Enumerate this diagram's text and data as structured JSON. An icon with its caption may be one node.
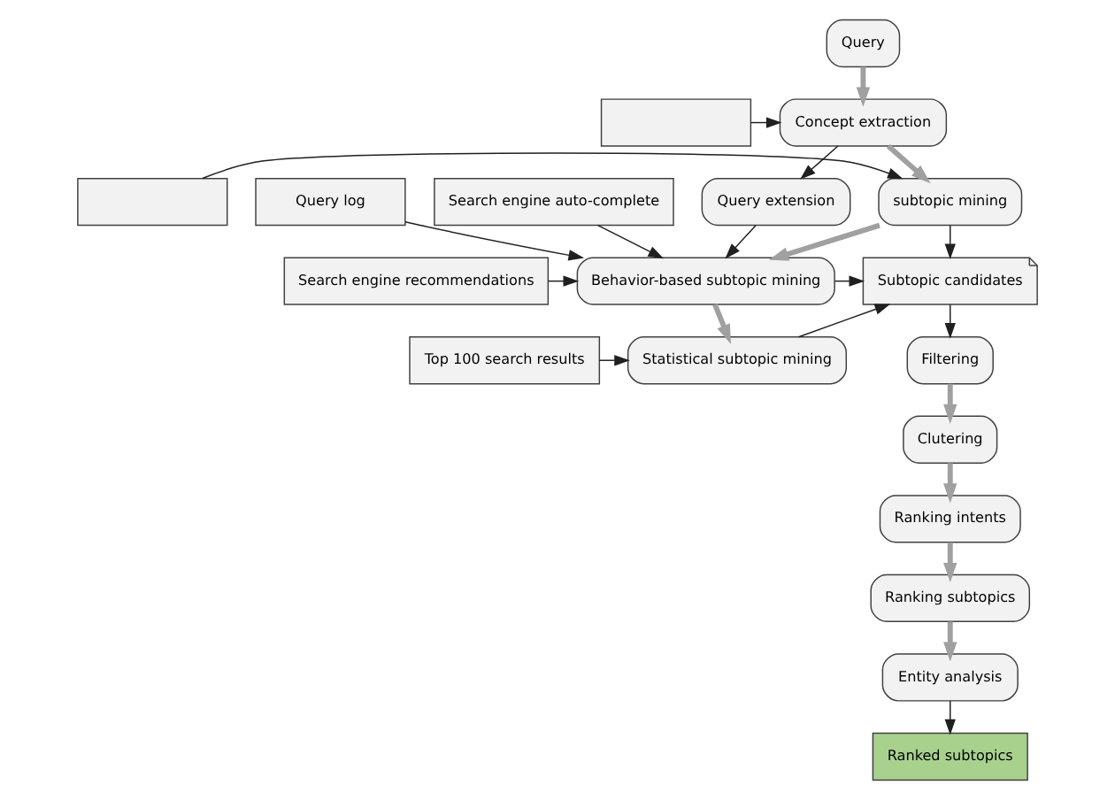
{
  "diagram": {
    "nodes": [
      {
        "text": [
          "Query"
        ]
      },
      {
        "text": [],
        "shape": "box"
      },
      {
        "text": [
          "Concept extraction"
        ]
      },
      {
        "text": [],
        "shape": "box"
      },
      {
        "text": [
          "subtopic mining"
        ]
      },
      {
        "text": [
          "Query extension"
        ]
      },
      {
        "text": [
          "Query log"
        ]
      },
      {
        "text": [
          "Search engine recommendations"
        ]
      },
      {
        "text": [
          "Behavior-based subtopic mining"
        ]
      },
      {
        "text": [
          "Search engine auto-complete"
        ]
      },
      {
        "text": [
          "Subtopic candidates"
        ]
      },
      {
        "text": [
          "Top 100 search results"
        ]
      },
      {
        "text": [
          "Statistical subtopic mining"
        ]
      },
      {
        "text": [
          "Filtering"
        ]
      },
      {
        "text": [
          "Clutering"
        ]
      },
      {
        "text": [
          "Ranking intents"
        ]
      },
      {
        "text": [
          "Ranking subtopics"
        ]
      },
      {
        "text": [
          "Entity analysis"
        ]
      },
      {
        "text": [
          "Ranked subtopics"
        ]
      }
    ],
    "edges": [
      {
        "from": 0,
        "to": 2,
        "arrow": "to",
        "style": "thick",
        "color": "#a0a0a0"
      },
      {
        "from": 1,
        "to": 2,
        "arrow": "to"
      },
      {
        "from": 2,
        "to": 5,
        "arrow": "to"
      },
      {
        "from": 2,
        "to": 4,
        "arrow": "to",
        "style": "thick",
        "color": "#a0a0a0"
      },
      {
        "from": 3,
        "to": 4,
        "arrow": "to"
      },
      {
        "from": 4,
        "to": 8,
        "arrow": "to",
        "style": "thick",
        "color": "#a0a0a0"
      },
      {
        "from": 5,
        "to": 8,
        "arrow": "to"
      },
      {
        "from": 4,
        "to": 10,
        "arrow": "to"
      },
      {
        "from": 6,
        "to": 8,
        "arrow": "to"
      },
      {
        "from": 7,
        "to": 8,
        "arrow": "to"
      },
      {
        "from": 9,
        "to": 8,
        "arrow": "to"
      },
      {
        "from": 8,
        "to": 10,
        "arrow": "to"
      },
      {
        "from": 8,
        "to": 12,
        "arrow": "to",
        "style": "thick",
        "color": "#a0a0a0"
      },
      {
        "from": 11,
        "to": 12,
        "arrow": "to"
      },
      {
        "from": 12,
        "to": 10,
        "arrow": "to"
      },
      {
        "from": 10,
        "to": 13,
        "arrow": "to"
      },
      {
        "from": 13,
        "to": 14,
        "arrow": "to",
        "style": "thick",
        "color": "#a0a0a0"
      },
      {
        "from": 14,
        "to": 15,
        "arrow": "to",
        "style": "thick",
        "color": "#a0a0a0"
      },
      {
        "from": 15,
        "to": 16,
        "arrow": "to",
        "style": "thick",
        "color": "#a0a0a0"
      },
      {
        "from": 16,
        "to": 17,
        "arrow": "to",
        "style": "thick",
        "color": "#a0a0a0"
      },
      {
        "from": 17,
        "to": 18,
        "arrow": "to"
      }
    ]
  }
}
